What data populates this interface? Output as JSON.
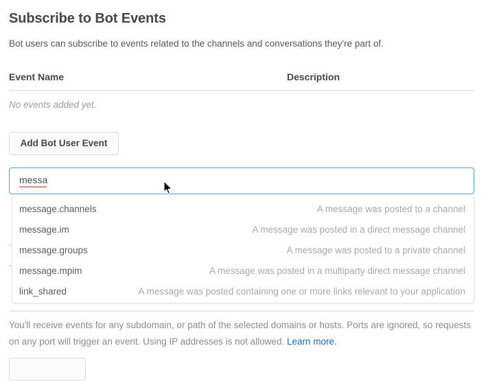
{
  "page": {
    "title": "Subscribe to Bot Events",
    "subtitle": "Bot users can subscribe to events related to the channels and conversations they're part of."
  },
  "table": {
    "columns": {
      "event_name": "Event Name",
      "description": "Description"
    },
    "empty_message": "No events added yet."
  },
  "actions": {
    "add_bot_user_event": "Add Bot User Event"
  },
  "search": {
    "value": "messa",
    "placeholder": "",
    "spellcheck_error": true
  },
  "dropdown": {
    "options": [
      {
        "name": "message.channels",
        "description": "A message was posted to a channel"
      },
      {
        "name": "message.im",
        "description": "A message was posted in a direct message channel"
      },
      {
        "name": "message.groups",
        "description": "A message was posted to a private channel"
      },
      {
        "name": "message.mpim",
        "description": "A message was posted in a multiparty direct message channel"
      },
      {
        "name": "link_shared",
        "description": "A message was posted containing one or more links relevant to your application"
      }
    ]
  },
  "footer": {
    "note": "You'll receive events for any subdomain, or path of the selected domains or hosts. Ports are ignored, so requests on any port will trigger an event. Using IP addresses is not allowed. ",
    "link_label": "Learn more."
  },
  "colors": {
    "focus_border": "#49a0e0",
    "link": "#1a6cb5",
    "heading_text": "#454545",
    "muted_text": "#a8a8ad",
    "spellcheck": "#e0453a"
  }
}
